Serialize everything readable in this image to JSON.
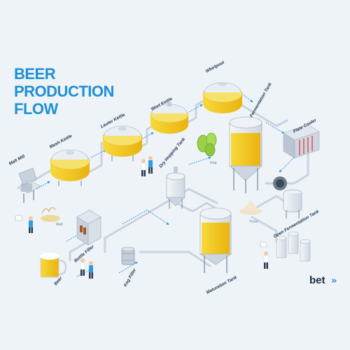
{
  "title": {
    "line1": "BEER",
    "line2": "PRODUCTION",
    "line3": "FLOW"
  },
  "stations": {
    "malt_mill": "Malt Mill",
    "malt": "Malt",
    "mash_kettle": "Mash Kettle",
    "lauter_kettle": "Lauter Kettle",
    "wort_kettle": "Wort Kettle",
    "whirlpool": "Whirlpool",
    "fermentation_tank": "Fermentation Tank",
    "plate_cooler": "Plate Cooler",
    "dry_hopping_tank": "Dry Hopping Tank",
    "hop": "Hop",
    "yeast": "Yeast",
    "open_fermentation_tank": "Open Fermentation Tank",
    "maturation_tank": "Maturation Tank",
    "bottle_filler": "Bottle Filler",
    "keg_filler": "Keg Filler",
    "beer": "Beer"
  },
  "brand": {
    "name": "bet",
    "mark": "»"
  },
  "colors": {
    "title": "#1f8fd6",
    "beer": "#f5c518",
    "pipe": "#c9d3df",
    "flow_arrow": "#2f9be0",
    "tank": "#e9eef4",
    "background": "#eef3f8"
  },
  "icons": [
    "mill-icon",
    "kettle-icon",
    "tank-icon",
    "hop-icon",
    "cooler-icon",
    "bottle-filler-icon",
    "keg-icon",
    "beer-mug-icon",
    "worker-icon",
    "tablet-icon"
  ]
}
